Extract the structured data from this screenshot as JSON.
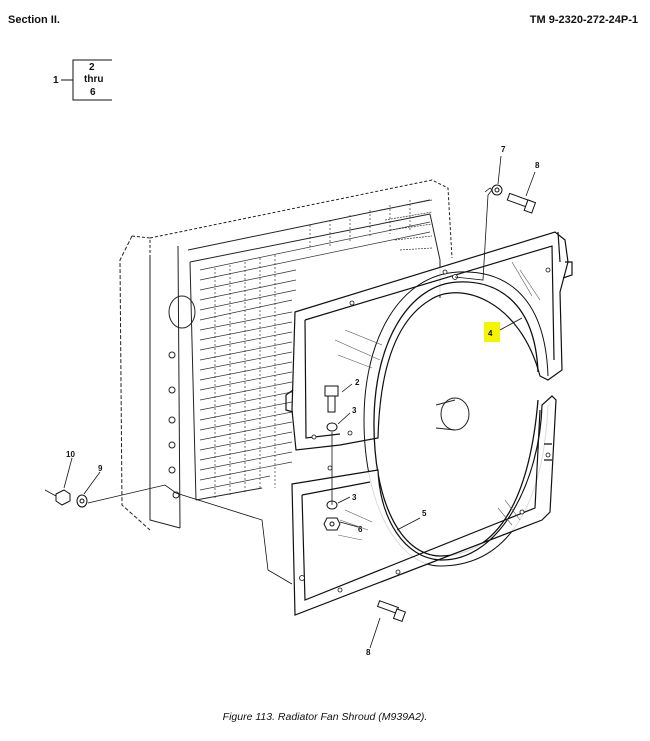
{
  "header": {
    "section": "Section II.",
    "tm_number": "TM 9-2320-272-24P-1"
  },
  "index_bracket": {
    "ref": "1",
    "top": "2",
    "middle": "thru",
    "bottom": "6"
  },
  "callouts": [
    "2",
    "3",
    "3",
    "4",
    "5",
    "6",
    "7",
    "8",
    "8",
    "9",
    "10"
  ],
  "highlight_color": "#f5f500",
  "caption": "Figure 113.  Radiator Fan Shroud (M939A2)."
}
